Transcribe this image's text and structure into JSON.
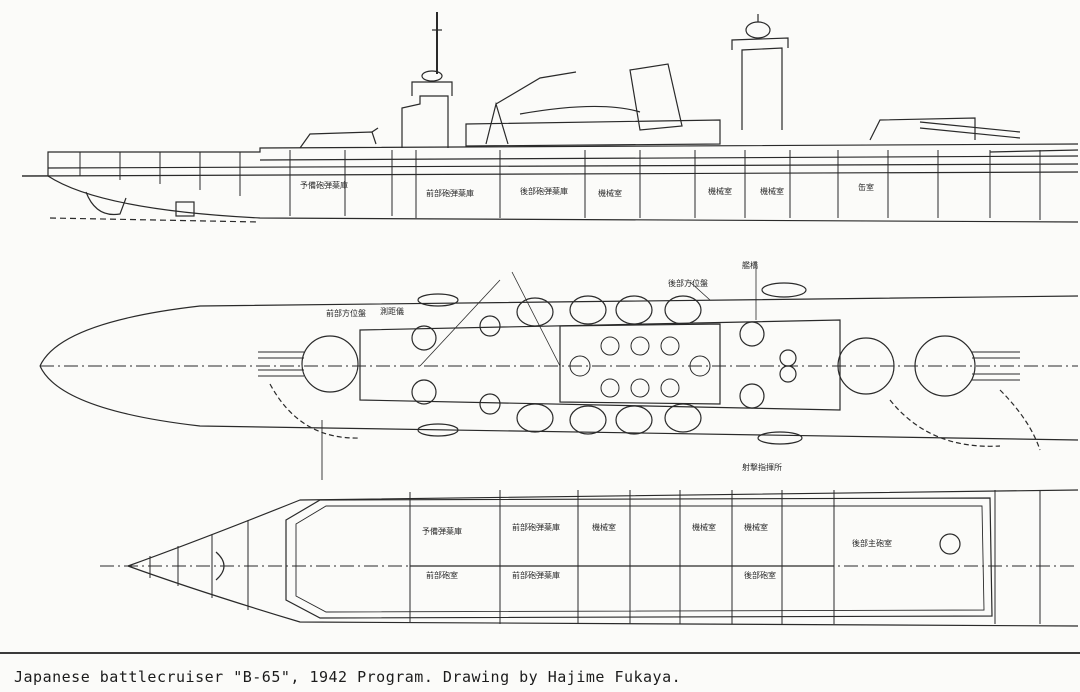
{
  "caption": "Japanese battlecruiser \"B-65\", 1942 Program.  Drawing by Hajime Fukaya.",
  "labels": {
    "profile": [
      "予備砲弾薬庫",
      "前部砲弾薬庫",
      "後部砲弾薬庫",
      "機械室",
      "機械室",
      "機械室",
      "缶室"
    ],
    "plan": [
      "前部方位盤",
      "測距儀",
      "後部方位盤",
      "艦橋",
      "射撃指揮所"
    ],
    "hold": [
      "予備弾薬庫",
      "前部砲弾薬庫",
      "前部砲弾薬庫",
      "前部砲室",
      "後部砲室",
      "機械室",
      "機械室",
      "機械室",
      "後部主砲室"
    ]
  },
  "colors": {
    "ink": "#2a2a2a",
    "paper": "#fbfbf9"
  }
}
